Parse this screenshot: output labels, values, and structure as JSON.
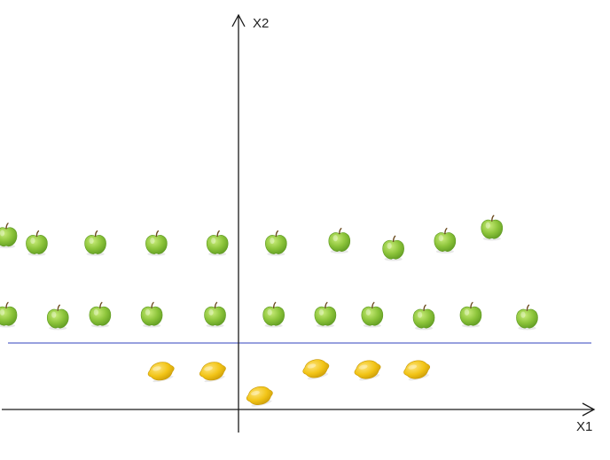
{
  "axes": {
    "x_label": "X1",
    "y_label": "X2"
  },
  "colors": {
    "axis": "#1a1a1a",
    "boundary": "#5b67c9",
    "apple_body": "#8cc43a",
    "apple_highlight": "#c9ec7a",
    "apple_shadow": "#5f9a22",
    "apple_stem": "#6b4a1e",
    "lemon_body": "#f2c416",
    "lemon_highlight": "#fde47a",
    "lemon_shadow": "#c99a08"
  },
  "icons": {
    "apple": "green-apple-icon",
    "lemon": "lemon-icon"
  },
  "chart_data": {
    "type": "scatter",
    "xlim": [
      -5.2,
      7.8
    ],
    "ylim": [
      -0.55,
      8.45
    ],
    "grid": false,
    "series": [
      {
        "marker": "apple",
        "points": [
          [
            -4.95,
            3.4
          ],
          [
            -4.3,
            3.25
          ],
          [
            -3.05,
            3.25
          ],
          [
            -1.75,
            3.25
          ],
          [
            -0.45,
            3.25
          ],
          [
            0.8,
            3.25
          ],
          [
            2.15,
            3.3
          ],
          [
            3.3,
            3.15
          ],
          [
            4.4,
            3.3
          ],
          [
            5.4,
            3.55
          ],
          [
            -4.95,
            1.85
          ],
          [
            -3.85,
            1.8
          ],
          [
            -2.95,
            1.85
          ],
          [
            -1.85,
            1.85
          ],
          [
            -0.5,
            1.85
          ],
          [
            0.75,
            1.85
          ],
          [
            1.85,
            1.85
          ],
          [
            2.85,
            1.85
          ],
          [
            3.95,
            1.8
          ],
          [
            4.95,
            1.85
          ],
          [
            6.15,
            1.8
          ]
        ]
      },
      {
        "marker": "lemon",
        "points": [
          [
            -1.65,
            0.75
          ],
          [
            -0.55,
            0.75
          ],
          [
            0.45,
            0.27
          ],
          [
            1.65,
            0.8
          ],
          [
            2.75,
            0.78
          ],
          [
            3.8,
            0.78
          ]
        ]
      }
    ],
    "boundary_y": 1.3
  }
}
